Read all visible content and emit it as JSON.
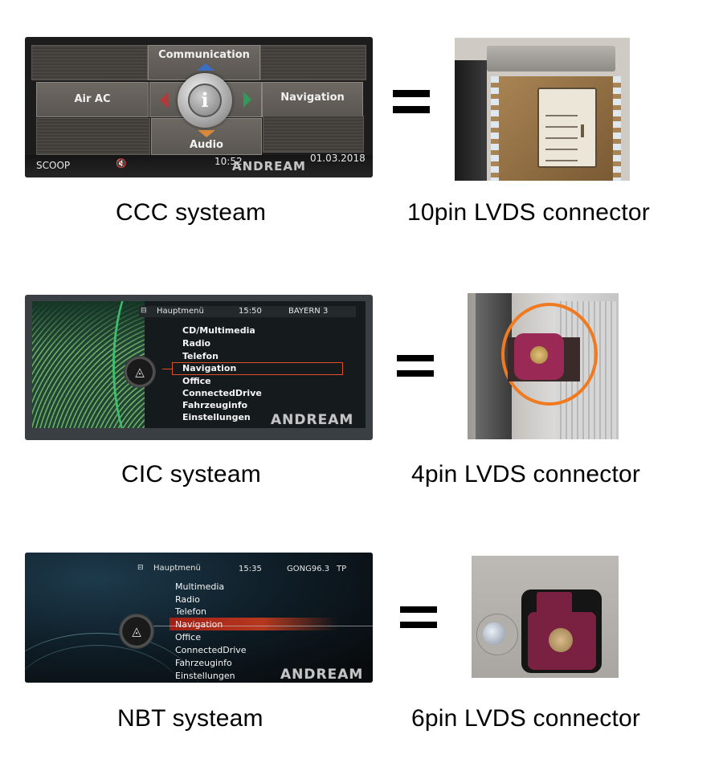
{
  "rows": [
    {
      "system": {
        "caption": "CCC systeam",
        "screen": {
          "type": "CCC",
          "top_label": "Communication",
          "left_label": "Air AC",
          "right_label": "Navigation",
          "bottom_label": "Audio",
          "center_icon": "info-icon",
          "center_glyph": "i",
          "status_bar": {
            "source": "SCOOP",
            "mute_icon": "speaker-mute-icon",
            "mute_glyph": "🔇",
            "time": "10:52",
            "date": "01.03.2018"
          },
          "arrow_colors": {
            "up": "#3a6fc4",
            "left": "#b23a3a",
            "right": "#2f9a5a",
            "down": "#d88a3a"
          },
          "watermark": "ANDREAM"
        }
      },
      "equals": "=",
      "connector": {
        "caption": "10pin LVDS connector",
        "photo_description": "10-pin white connector in gold metal housing",
        "pin_count": 10
      }
    },
    {
      "system": {
        "caption": "CIC systeam",
        "screen": {
          "type": "CIC",
          "header": {
            "menu_icon": "menu-icon",
            "title": "Hauptmenü",
            "time": "15:50",
            "station": "BAYERN 3"
          },
          "menu_items": [
            "CD/Multimedia",
            "Radio",
            "Telefon",
            "Navigation",
            "Office",
            "ConnectedDrive",
            "Fahrzeuginfo",
            "Einstellungen"
          ],
          "selected_item": "Navigation",
          "selection_color": "#e0512a",
          "accent_color": "#3fbd6a",
          "watermark": "ANDREAM"
        }
      },
      "equals": "=",
      "connector": {
        "caption": "4pin LVDS connector",
        "photo_description": "pink 4-pin HSD connector circled in orange",
        "circle_color": "#f07a20",
        "connector_color": "#9a2a55",
        "pin_count": 4
      }
    },
    {
      "system": {
        "caption": "NBT systeam",
        "screen": {
          "type": "NBT",
          "header": {
            "menu_icon": "menu-icon",
            "title": "Hauptmenü",
            "time": "15:35",
            "station": "GONG96.3",
            "tp": "TP"
          },
          "menu_items": [
            "Multimedia",
            "Radio",
            "Telefon",
            "Navigation",
            "Office",
            "ConnectedDrive",
            "Fahrzeuginfo",
            "Einstellungen"
          ],
          "selected_item": "Navigation",
          "selection_color": "#c0301f",
          "watermark": "ANDREAM"
        }
      },
      "equals": "=",
      "connector": {
        "caption": "6pin LVDS connector",
        "photo_description": "maroon 6-pin HSD connector next to a screw",
        "connector_color": "#7a2040",
        "pin_count": 6
      }
    }
  ]
}
